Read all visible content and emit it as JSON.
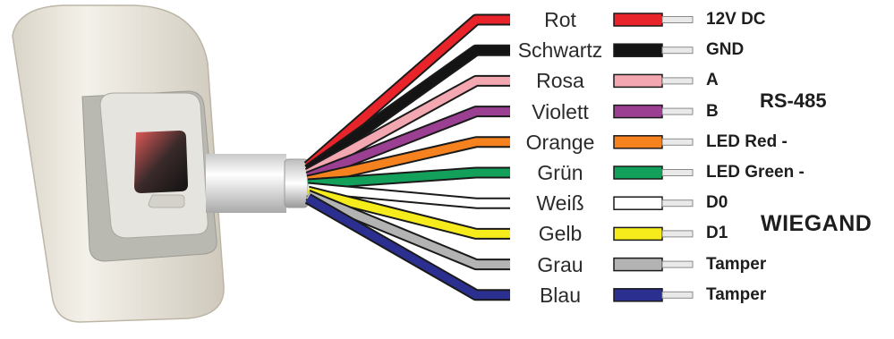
{
  "wires": [
    {
      "name": "Rot",
      "color": "#e8242a",
      "signal": "12V DC"
    },
    {
      "name": "Schwartz",
      "color": "#141414",
      "signal": "GND"
    },
    {
      "name": "Rosa",
      "color": "#f3a7b0",
      "signal": "A"
    },
    {
      "name": "Violett",
      "color": "#9b3f92",
      "signal": "B"
    },
    {
      "name": "Orange",
      "color": "#f5821f",
      "signal": "LED Red -"
    },
    {
      "name": "Grün",
      "color": "#13a05a",
      "signal": "LED Green -"
    },
    {
      "name": "Weiß",
      "color": "#ffffff",
      "signal": "D0"
    },
    {
      "name": "Gelb",
      "color": "#f7ec1b",
      "signal": "D1"
    },
    {
      "name": "Grau",
      "color": "#b3b3b3",
      "signal": "Tamper"
    },
    {
      "name": "Blau",
      "color": "#2b2f8f",
      "signal": "Tamper"
    }
  ],
  "groups": {
    "rs485": "RS-485",
    "wiegand": "WIEGAND"
  }
}
